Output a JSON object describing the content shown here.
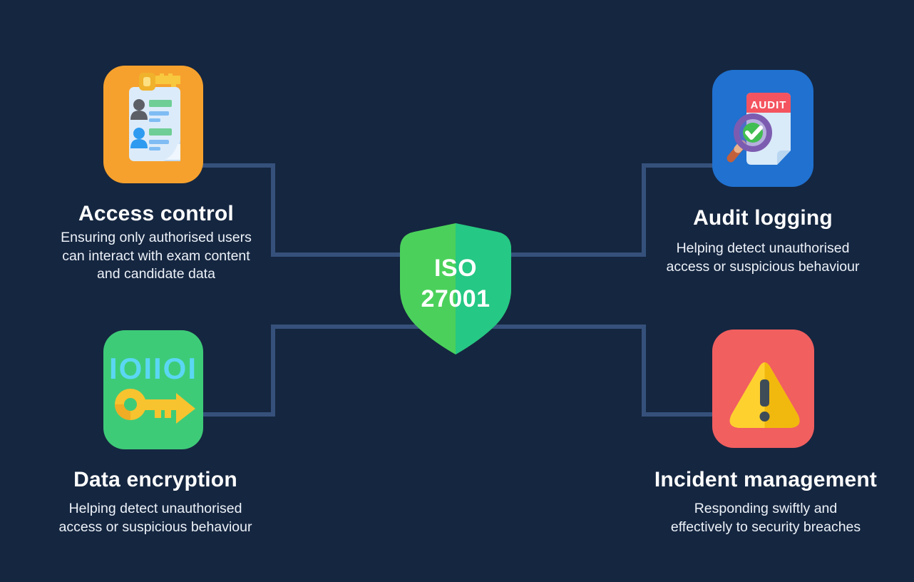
{
  "page": {
    "background": "#152640",
    "connector_color": "#35517B",
    "title_color": "#FFFFFF",
    "description_color": "#EDF2F9"
  },
  "center": {
    "line1": "ISO",
    "line2": "27001",
    "shield_left_color": "#4BD15B",
    "shield_right_color": "#25C884"
  },
  "cards": [
    {
      "title": "Access control",
      "desc_lines": [
        "Ensuring only authorised users",
        "can interact with exam content",
        "and candidate data"
      ],
      "icon": "clipboard-users-key-icon",
      "icon_bg": "#F6A12D"
    },
    {
      "title": "Audit logging",
      "desc_lines": [
        "Helping detect unauthorised",
        "access or suspicious behaviour"
      ],
      "icon": "audit-document-magnifier-icon",
      "icon_bg": "#2071D0",
      "badge_text": "AUDIT"
    },
    {
      "title": "Data encryption",
      "desc_lines": [
        "Helping detect unauthorised",
        "access or suspicious behaviour"
      ],
      "icon": "binary-code-key-icon",
      "icon_bg": "#3ECB78",
      "binary_text": "IOIIOI"
    },
    {
      "title": "Incident management",
      "desc_lines": [
        "Responding swiftly and",
        "effectively to security breaches"
      ],
      "icon": "warning-triangle-icon",
      "icon_bg": "#F15F5F"
    }
  ]
}
